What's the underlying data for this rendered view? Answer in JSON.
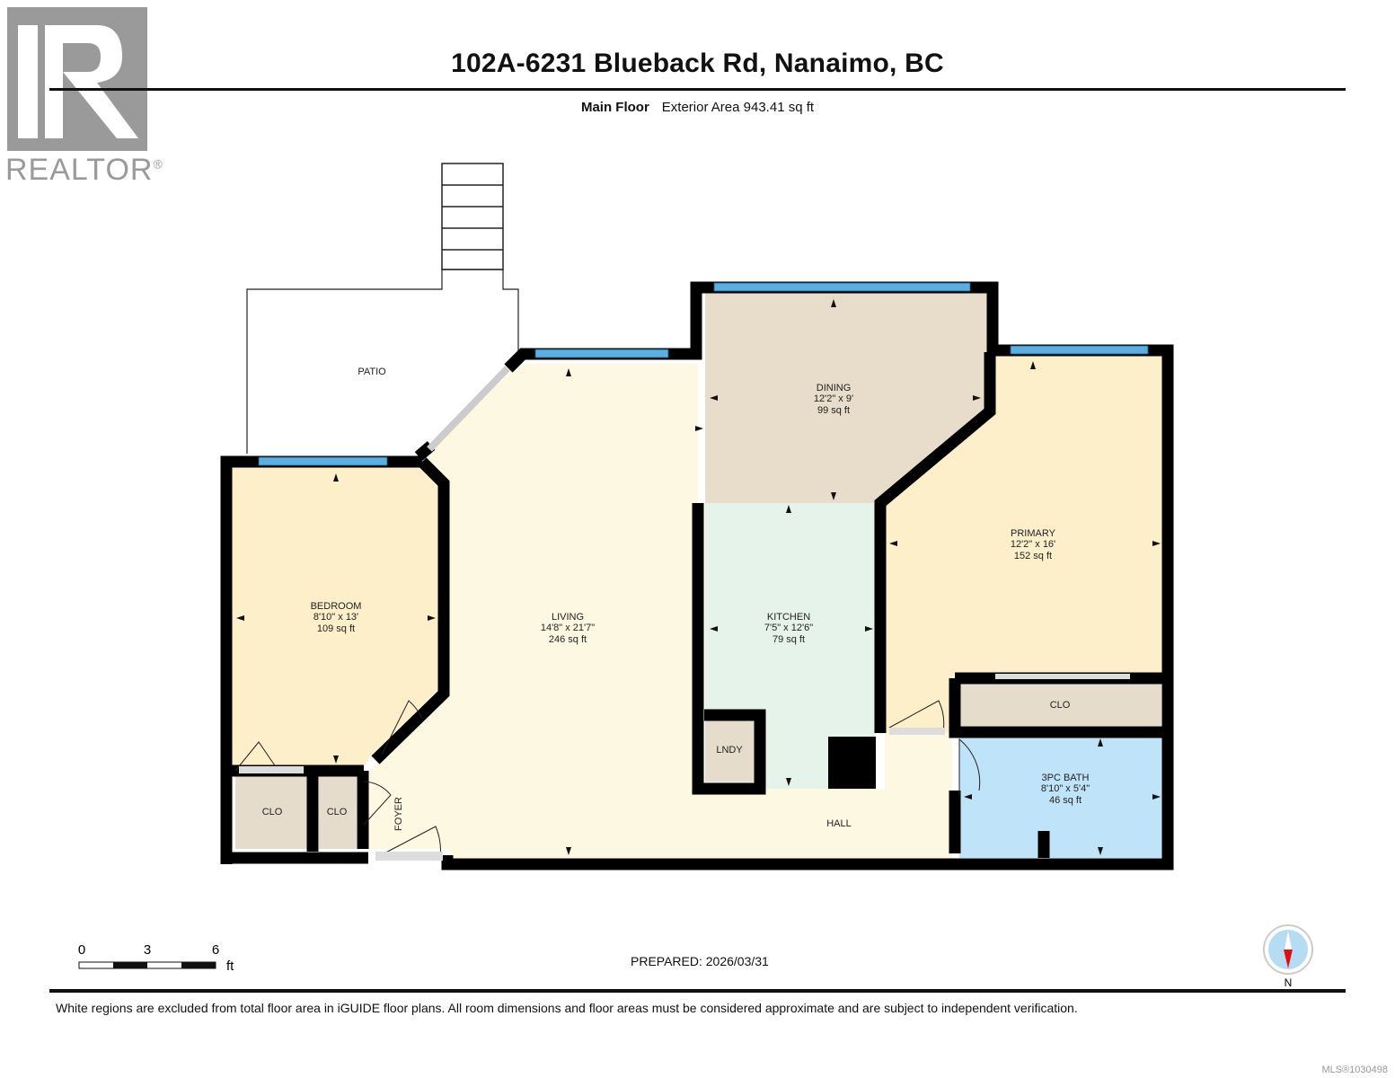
{
  "header": {
    "title": "102A-6231 Blueback Rd, Nanaimo, BC",
    "floor_name": "Main Floor",
    "exterior_area": "Exterior Area 943.41 sq ft"
  },
  "logo": {
    "text": "REALTOR",
    "registered_mark": "®"
  },
  "rooms": {
    "patio": {
      "name": "PATIO"
    },
    "dining": {
      "name": "DINING",
      "dims": "12'2\" x 9'",
      "area": "99 sq ft"
    },
    "primary": {
      "name": "PRIMARY",
      "dims": "12'2\" x 16'",
      "area": "152 sq ft"
    },
    "bedroom": {
      "name": "BEDROOM",
      "dims": "8'10\" x 13'",
      "area": "109 sq ft"
    },
    "living": {
      "name": "LIVING",
      "dims": "14'8\" x 21'7\"",
      "area": "246 sq ft"
    },
    "kitchen": {
      "name": "KITCHEN",
      "dims": "7'5\" x 12'6\"",
      "area": "79 sq ft"
    },
    "clo_primary": {
      "name": "CLO"
    },
    "bath": {
      "name": "3PC BATH",
      "dims": "8'10\" x 5'4\"",
      "area": "46 sq ft"
    },
    "lndy": {
      "name": "LNDY"
    },
    "clo_1": {
      "name": "CLO"
    },
    "clo_2": {
      "name": "CLO"
    },
    "foyer": {
      "name": "FOYER"
    },
    "hall": {
      "name": "HALL"
    }
  },
  "colors": {
    "living": "#fdf8e2",
    "bedroom": "#fdefc9",
    "primary": "#fdefc9",
    "dining": "#e8dccb",
    "kitchen": "#e6f3ea",
    "bath": "#bfe3f8",
    "closet": "#e6dccb",
    "window": "#5aaee0",
    "wall": "#000000"
  },
  "scale_bar": {
    "ticks": [
      "0",
      "3",
      "6"
    ],
    "unit": "ft"
  },
  "compass": {
    "label": "N"
  },
  "footer": {
    "prepared": "PREPARED: 2026/03/31",
    "disclaimer": "White regions are excluded from total floor area in iGUIDE floor plans. All room dimensions and floor areas must be considered approximate and are subject to independent verification.",
    "mls": "MLS®1030498"
  }
}
